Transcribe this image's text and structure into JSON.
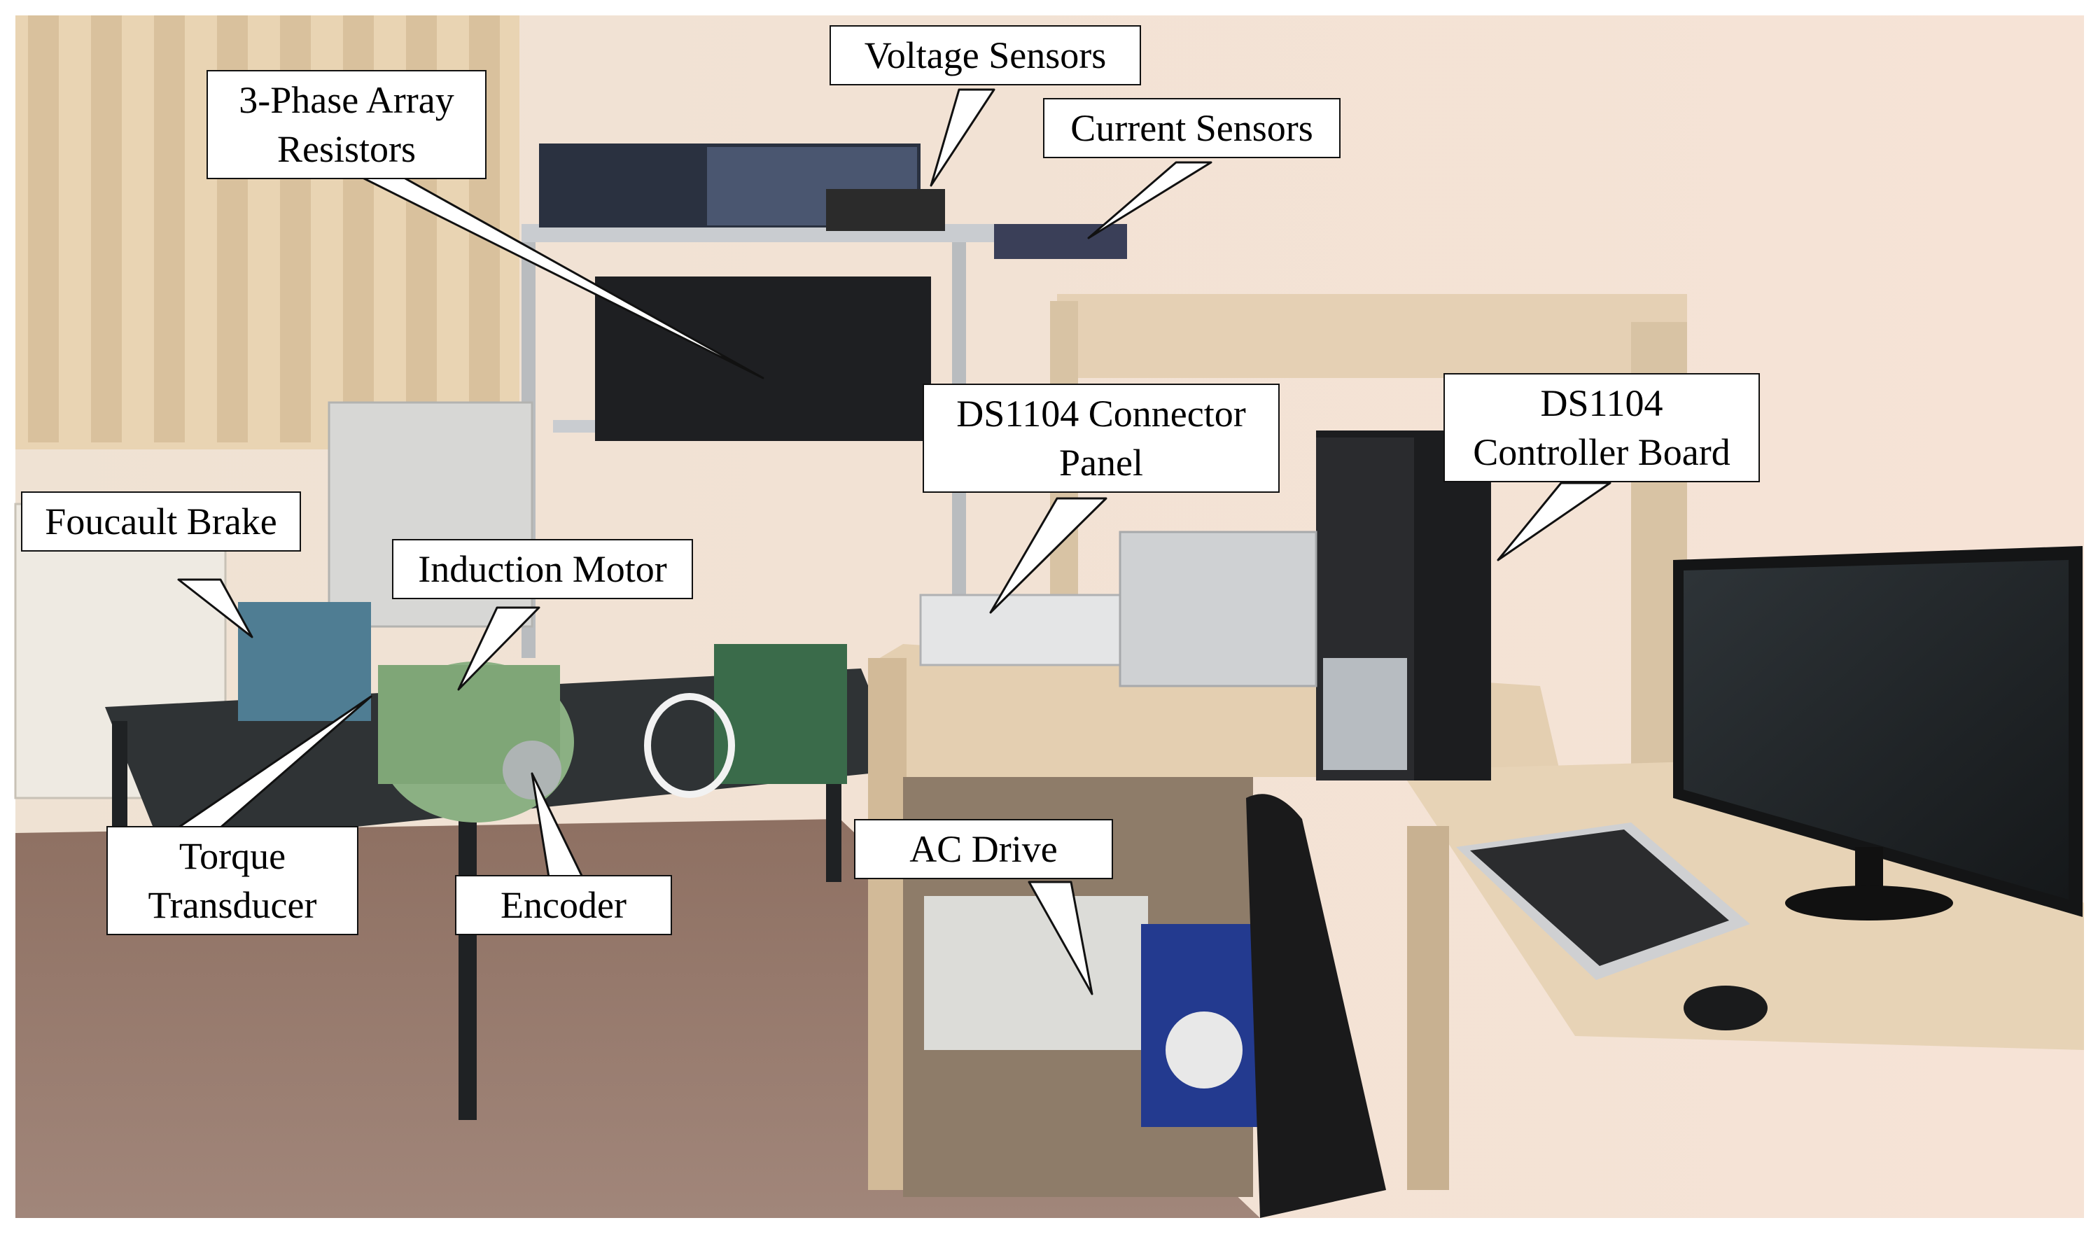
{
  "callouts": {
    "voltage_sensors": {
      "label": "Voltage Sensors"
    },
    "current_sensors": {
      "label": "Current Sensors"
    },
    "array_resistors": {
      "line1": "3-Phase Array",
      "line2": "Resistors"
    },
    "connector_panel": {
      "line1": "DS1104 Connector",
      "line2": "Panel"
    },
    "controller_board": {
      "line1": "DS1104",
      "line2": "Controller Board"
    },
    "foucault_brake": {
      "label": "Foucault Brake"
    },
    "induction_motor": {
      "label": "Induction Motor"
    },
    "torque_transducer": {
      "line1": "Torque",
      "line2": "Transducer"
    },
    "encoder": {
      "label": "Encoder"
    },
    "ac_drive": {
      "label": "AC Drive"
    }
  }
}
